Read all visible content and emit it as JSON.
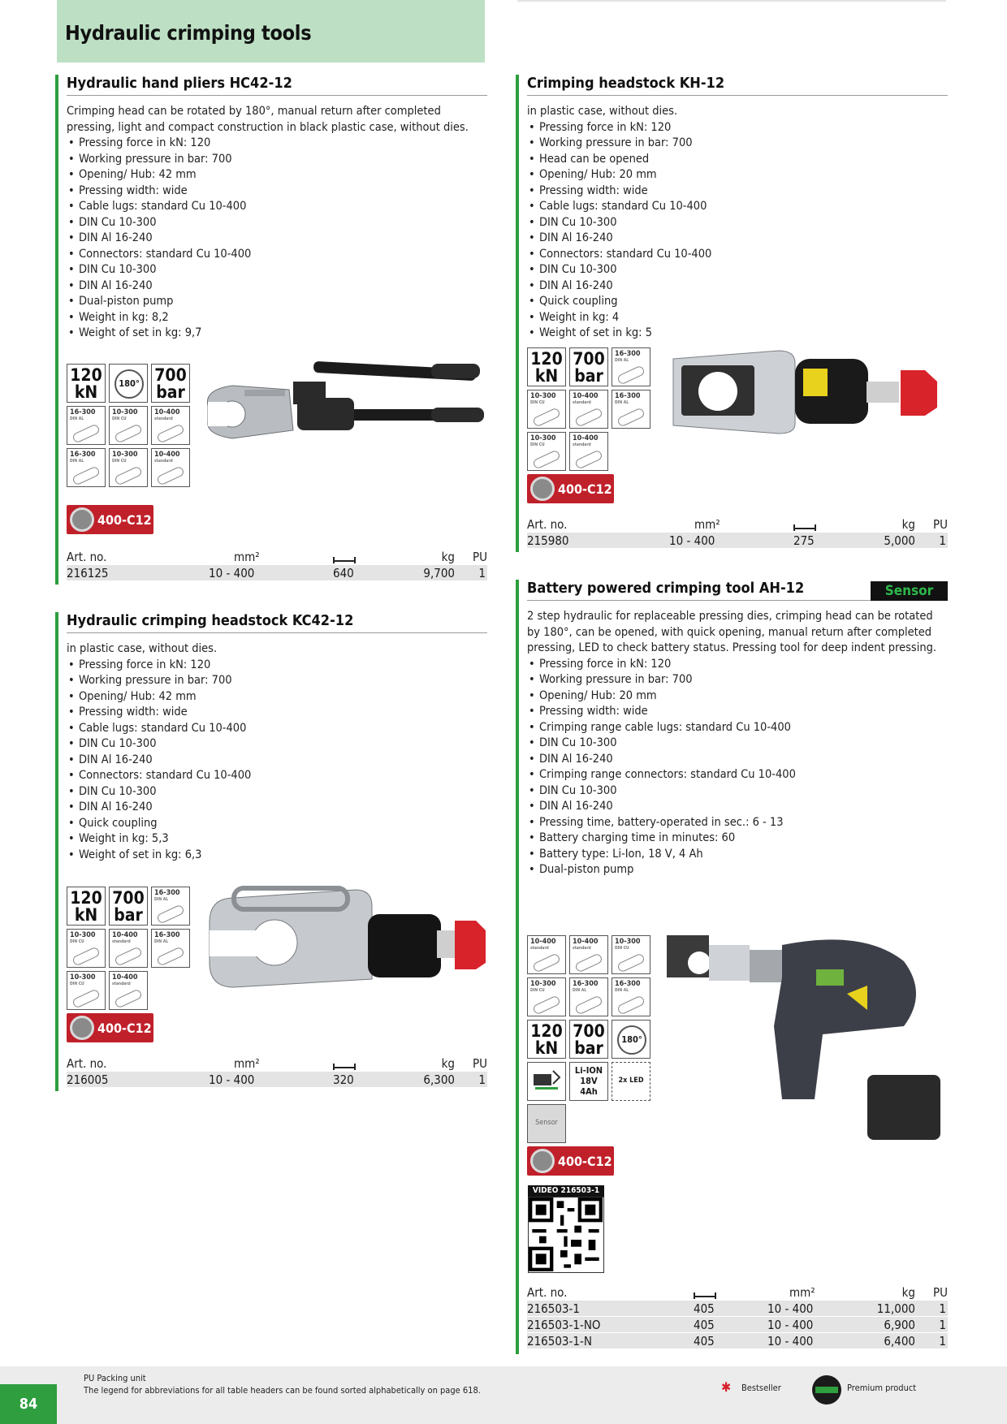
{
  "page_title": "Hydraulic crimping tools",
  "page_number": "84",
  "die_label": "400-C12",
  "sensor_badge": "Sensor",
  "video": {
    "label": "VIDEO 216503-1"
  },
  "footer": {
    "pu": "PU  Packing unit",
    "legend": "The legend for abbreviations for all table headers can be found sorted alphabetically on page 618.",
    "bestseller": "Bestseller",
    "premium": "Premium product"
  },
  "table_headers": {
    "art_no": "Art. no.",
    "mm2": "mm²",
    "kg": "kg",
    "pu": "PU"
  },
  "icons": {
    "kn_value": "120",
    "kn_unit": "kN",
    "bar_value": "700",
    "bar_unit": "bar",
    "rotate": "180°",
    "liion": "Li-ION",
    "volt": "18V",
    "ah": "4Ah",
    "led": "2x LED",
    "sensor": "Sensor"
  },
  "hc42": {
    "title": "Hydraulic hand pliers HC42-12",
    "desc": "Crimping head can be rotated by 180°, manual return after completed pressing, light and compact construction in black plastic case, without dies.",
    "bullets": [
      "Pressing force in kN: 120",
      "Working pressure in bar: 700",
      "Opening/ Hub: 42 mm",
      "Pressing width: wide",
      "Cable lugs: standard Cu 10-400",
      "DIN Cu 10-300",
      "DIN Al 16-240",
      "Connectors: standard Cu 10-400",
      "DIN Cu 10-300",
      "DIN Al 16-240",
      "Dual-piston pump",
      "Weight in kg: 8,2",
      "Weight of set in kg: 9,7"
    ],
    "rows": [
      {
        "art": "216125",
        "mm2": "10 - 400",
        "len": "640",
        "kg": "9,700",
        "pu": "1"
      }
    ]
  },
  "kc42": {
    "title": "Hydraulic crimping headstock KC42-12",
    "desc": "in plastic case, without dies.",
    "bullets": [
      "Pressing force in kN: 120",
      "Working pressure in bar: 700",
      "Opening/ Hub: 42 mm",
      "Pressing width: wide",
      "Cable lugs: standard Cu 10-400",
      "DIN Cu 10-300",
      "DIN Al 16-240",
      "Connectors: standard Cu 10-400",
      "DIN Cu 10-300",
      "DIN Al 16-240",
      "Quick coupling",
      "Weight in kg: 5,3",
      "Weight of set in kg: 6,3"
    ],
    "rows": [
      {
        "art": "216005",
        "mm2": "10 - 400",
        "len": "320",
        "kg": "6,300",
        "pu": "1"
      }
    ]
  },
  "kh12": {
    "title": "Crimping headstock KH-12",
    "desc": "in plastic case, without dies.",
    "bullets": [
      "Pressing force in kN: 120",
      "Working pressure in bar: 700",
      "Head can be opened",
      "Opening/ Hub: 20 mm",
      "Pressing width: wide",
      "Cable lugs: standard Cu 10-400",
      "DIN Cu 10-300",
      "DIN Al 16-240",
      "Connectors: standard Cu 10-400",
      "DIN Cu 10-300",
      "DIN Al 16-240",
      "Quick coupling",
      "Weight in kg: 4",
      "Weight of set in kg: 5"
    ],
    "rows": [
      {
        "art": "215980",
        "mm2": "10 - 400",
        "len": "275",
        "kg": "5,000",
        "pu": "1"
      }
    ]
  },
  "ah12": {
    "title": "Battery powered crimping tool AH-12",
    "desc": "2 step hydraulic for replaceable pressing dies, crimping head can be rotated by 180°, can be opened, with quick opening, manual return after completed pressing, LED to check battery status. Pressing tool for deep indent pressing.",
    "bullets": [
      "Pressing force in kN: 120",
      "Working pressure in bar: 700",
      "Opening/ Hub: 20 mm",
      "Pressing width: wide",
      "Crimping range cable lugs: standard Cu 10-400",
      "DIN Cu 10-300",
      "DIN Al 16-240",
      "Crimping range connectors: standard Cu 10-400",
      "DIN Cu 10-300",
      "DIN Al 16-240",
      "Pressing time, battery-operated in sec.: 6 - 13",
      "Battery charging time in minutes: 60",
      "Battery type: Li-Ion, 18 V, 4 Ah",
      "Dual-piston pump"
    ],
    "rows": [
      {
        "art": "216503-1",
        "len": "405",
        "mm2": "10 - 400",
        "kg": "11,000",
        "pu": "1"
      },
      {
        "art": "216503-1-NO",
        "len": "405",
        "mm2": "10 - 400",
        "kg": "6,900",
        "pu": "1"
      },
      {
        "art": "216503-1-N",
        "len": "405",
        "mm2": "10 - 400",
        "kg": "6,400",
        "pu": "1"
      }
    ]
  },
  "lug_icons": {
    "hc42": [
      {
        "range": "16-300",
        "std": "DIN AL"
      },
      {
        "range": "10-300",
        "std": "DIN CU"
      },
      {
        "range": "10-400",
        "std": "standard"
      },
      {
        "range": "16-300",
        "std": "DIN AL"
      },
      {
        "range": "10-300",
        "std": "DIN CU"
      },
      {
        "range": "10-400",
        "std": "standard"
      }
    ],
    "kc42": [
      {
        "range": "16-300",
        "std": "DIN AL"
      },
      {
        "range": "10-300",
        "std": "DIN CU"
      },
      {
        "range": "10-400",
        "std": "standard"
      },
      {
        "range": "16-300",
        "std": "DIN AL"
      },
      {
        "range": "10-300",
        "std": "DIN CU"
      },
      {
        "range": "10-400",
        "std": "standard"
      }
    ],
    "kh12": [
      {
        "range": "16-300",
        "std": "DIN AL"
      },
      {
        "range": "10-300",
        "std": "DIN CU"
      },
      {
        "range": "10-400",
        "std": "standard"
      },
      {
        "range": "16-300",
        "std": "DIN AL"
      },
      {
        "range": "10-300",
        "std": "DIN CU"
      },
      {
        "range": "10-400",
        "std": "standard"
      }
    ],
    "ah12": [
      {
        "range": "10-400",
        "std": "standard"
      },
      {
        "range": "10-400",
        "std": "standard"
      },
      {
        "range": "10-300",
        "std": "DIN CU"
      },
      {
        "range": "10-300",
        "std": "DIN CU"
      },
      {
        "range": "16-300",
        "std": "DIN AL"
      },
      {
        "range": "16-300",
        "std": "DIN AL"
      }
    ]
  }
}
